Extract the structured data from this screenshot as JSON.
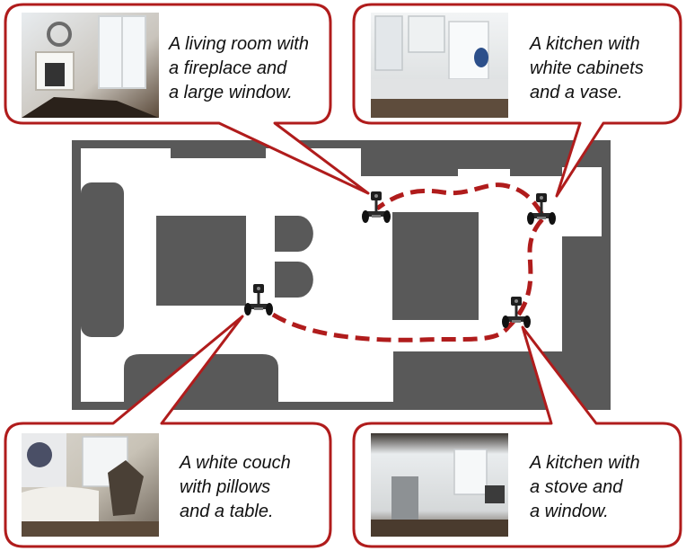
{
  "colors": {
    "accent": "#b01c1c",
    "path": "#b01c1c",
    "wall": "#595959",
    "floor": "#ffffff",
    "callout_fill": "#ffffff"
  },
  "callouts": {
    "living_room": {
      "lines": [
        "A living room with",
        "a fireplace and",
        "a large window."
      ],
      "photo_icon": "living-room-photo"
    },
    "kitchen_vase": {
      "lines": [
        "A kitchen with",
        "white cabinets",
        "and a vase."
      ],
      "photo_icon": "kitchen-cabinets-photo"
    },
    "couch": {
      "lines": [
        "A white couch",
        "with pillows",
        "and a table."
      ],
      "photo_icon": "couch-photo"
    },
    "kitchen_stove": {
      "lines": [
        "A kitchen with",
        "a stove and",
        "a window."
      ],
      "photo_icon": "kitchen-stove-photo"
    }
  },
  "robot_icon": "robot-icon",
  "robots": [
    "left",
    "center-top",
    "right",
    "bottom-right"
  ]
}
